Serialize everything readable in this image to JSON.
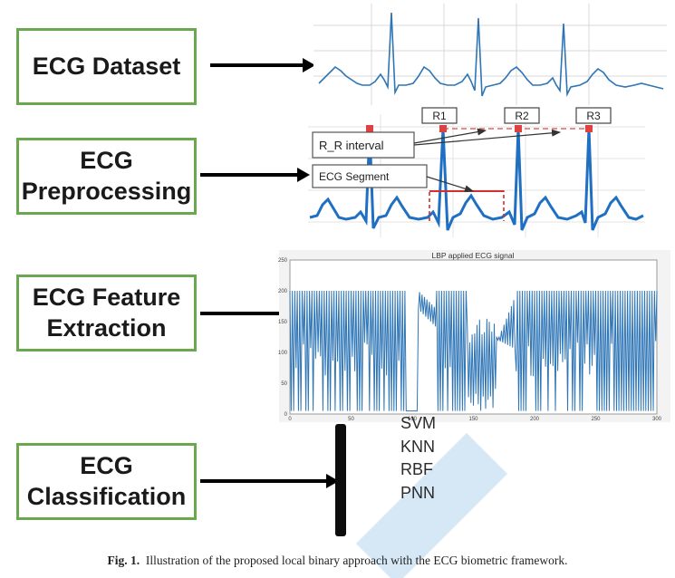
{
  "stages": [
    {
      "line1": "ECG Dataset",
      "line2": ""
    },
    {
      "line1": "ECG",
      "line2": "Preprocessing"
    },
    {
      "line1": "ECG Feature",
      "line2": "Extraction"
    },
    {
      "line1": "ECG",
      "line2": "Classification"
    }
  ],
  "preprocessing_labels": {
    "r_peaks": [
      "R1",
      "R2",
      "R3"
    ],
    "rr_interval": "R_R interval",
    "ecg_segment": "ECG Segment"
  },
  "lbp_plot": {
    "title": "LBP applied ECG signal",
    "y_ticks": [
      "0",
      "50",
      "100",
      "150",
      "200",
      "250"
    ],
    "x_ticks": [
      "0",
      "50",
      "100",
      "150",
      "200",
      "250",
      "300"
    ]
  },
  "classifiers": [
    "SVM",
    "KNN",
    "RBF",
    "PNN"
  ],
  "caption": {
    "label": "Fig. 1.",
    "text": "Illustration of the proposed local binary approach with the ECG biometric framework."
  },
  "colors": {
    "box_border": "#6aa84f",
    "signal": "#2e75b6",
    "arrow": "#000000",
    "watermark": "#cde2f4"
  }
}
